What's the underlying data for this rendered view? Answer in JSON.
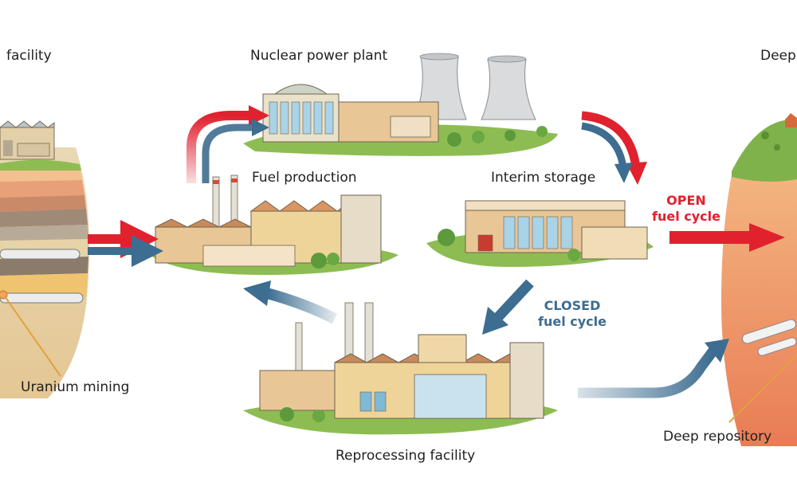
{
  "labels": {
    "mining_facility": "facility",
    "nuclear_power_plant": "Nuclear power plant",
    "deep_top": "Deep",
    "fuel_production": "Fuel production",
    "interim_storage": "Interim storage",
    "uranium_mining": "Uranium mining",
    "reprocessing_facility": "Reprocessing facility",
    "deep_repository": "Deep repository"
  },
  "cycles": {
    "open": {
      "title": "OPEN",
      "subtitle": "fuel cycle"
    },
    "closed": {
      "title": "CLOSED",
      "subtitle": "fuel cycle"
    }
  },
  "colors": {
    "open_arrow": "#e0212e",
    "closed_arrow": "#3d6d90",
    "grass": "#8dbd52",
    "building": "#e9c695",
    "roof": "#c98a5b",
    "glass": "#a9d3e6",
    "soil_orange": "#f2a86e",
    "soil_red": "#e98a5e"
  }
}
